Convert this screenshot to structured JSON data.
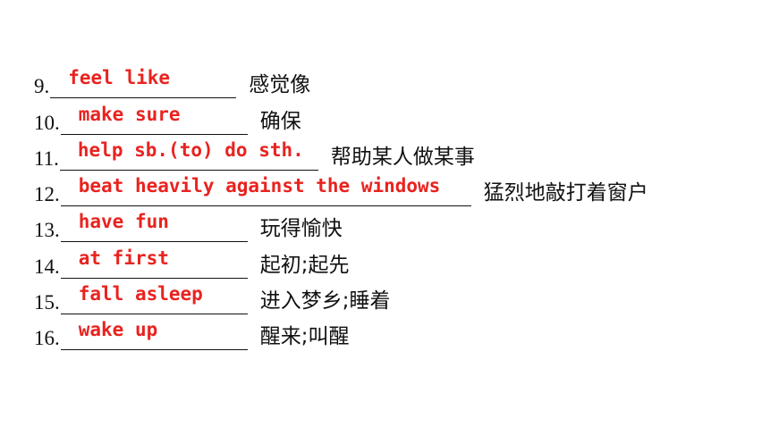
{
  "items": [
    {
      "number": "9.",
      "answer": "feel like",
      "meaning": "感觉像"
    },
    {
      "number": "10.",
      "answer": "make sure",
      "meaning": "确保"
    },
    {
      "number": "11.",
      "answer": "help sb.(to) do sth.",
      "meaning": "帮助某人做某事"
    },
    {
      "number": "12.",
      "answer": "beat heavily against the windows",
      "meaning": "猛烈地敲打着窗户"
    },
    {
      "number": "13.",
      "answer": "have fun",
      "meaning": "玩得愉快"
    },
    {
      "number": "14.",
      "answer": "at first",
      "meaning": "起初;起先"
    },
    {
      "number": "15.",
      "answer": "fall asleep",
      "meaning": "进入梦乡;睡着"
    },
    {
      "number": "16.",
      "answer": "wake up",
      "meaning": "醒来;叫醒"
    }
  ],
  "colors": {
    "answer": "#e8231f",
    "text": "#111111",
    "background": "#ffffff"
  }
}
